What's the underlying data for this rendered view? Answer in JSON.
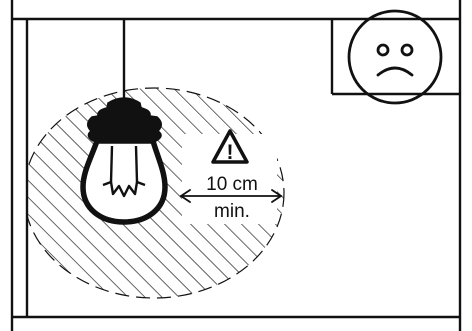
{
  "warning": {
    "symbol": "!",
    "distance_value": "10 cm",
    "distance_qualifier": "min."
  },
  "mood_indicator": {
    "expression": "sad"
  },
  "colors": {
    "line": "#111111",
    "background": "#ffffff"
  },
  "icons": [
    "light-bulb-icon",
    "warning-triangle-icon",
    "sad-face-icon",
    "double-arrow-icon"
  ]
}
